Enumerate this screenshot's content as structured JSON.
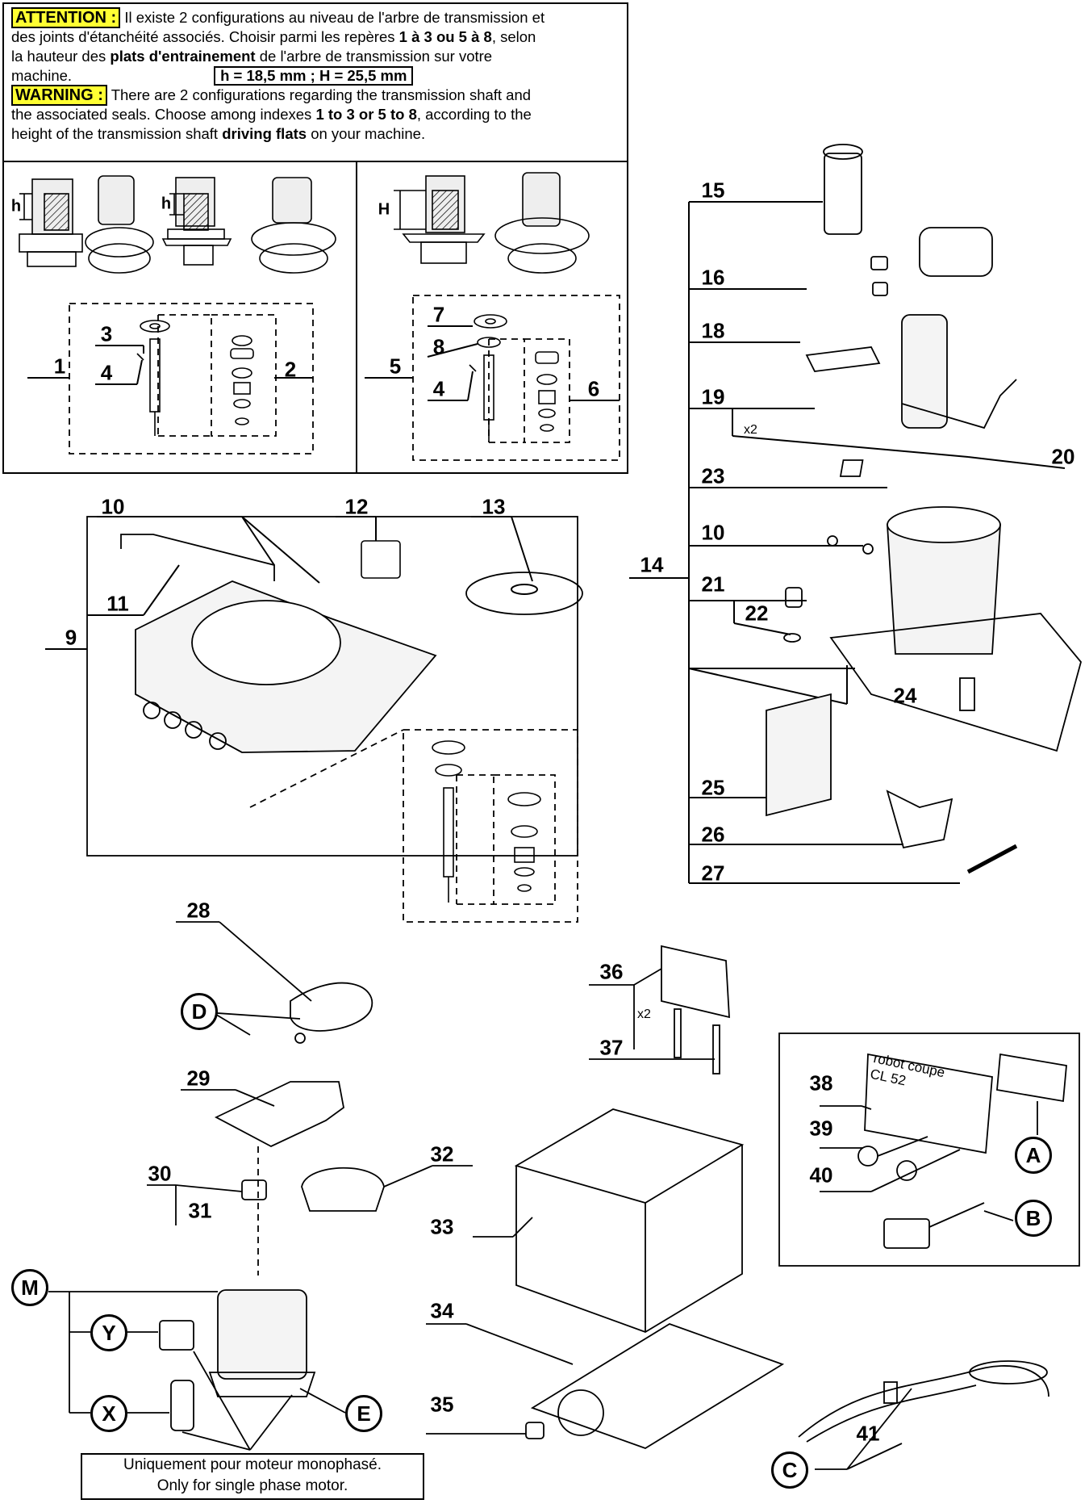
{
  "header": {
    "attention_label": "ATTENTION :",
    "attention_text_1": "Il existe 2 configurations au niveau de l'arbre de transmission et",
    "attention_text_2": "des joints d'étanchéité associés. Choisir parmi les repères",
    "attention_text_2b": "1 à 3  ou  5 à 8",
    "attention_text_2c": ", selon",
    "attention_text_3a": "la hauteur des ",
    "attention_text_3b": "plats d'entrainement",
    "attention_text_3c": " de l'arbre de transmission sur votre",
    "attention_text_4": "machine.",
    "dimensions": "h = 18,5 mm  ;  H = 25,5 mm",
    "warning_label": "WARNING :",
    "warning_text_1": "There are 2 configurations regarding the transmission shaft and",
    "warning_text_2a": "the associated seals. Choose among indexes ",
    "warning_text_2b": "1 to 3  or  5 to 8",
    "warning_text_2c": ", according to the",
    "warning_text_3a": "height of the transmission shaft ",
    "warning_text_3b": "driving flats",
    "warning_text_3c": " on your machine."
  },
  "dim_h": "h",
  "dim_H": "H",
  "multiplier_x2": "x2",
  "logo_text": "robot coupe",
  "logo_model": "CL 52",
  "motor_note": {
    "line_fr": "Uniquement pour moteur monophasé.",
    "line_en": "Only for single phase motor."
  },
  "part_numbers": {
    "p1": "1",
    "p2": "2",
    "p3": "3",
    "p4a": "4",
    "p4b": "4",
    "p5": "5",
    "p6": "6",
    "p7": "7",
    "p8": "8",
    "p9": "9",
    "p10a": "10",
    "p10b": "10",
    "p11": "11",
    "p12": "12",
    "p13": "13",
    "p14": "14",
    "p15": "15",
    "p16": "16",
    "p18": "18",
    "p19": "19",
    "p20": "20",
    "p21": "21",
    "p22": "22",
    "p23": "23",
    "p24": "24",
    "p25": "25",
    "p26": "26",
    "p27": "27",
    "p28": "28",
    "p29": "29",
    "p30": "30",
    "p31": "31",
    "p32": "32",
    "p33": "33",
    "p34": "34",
    "p35": "35",
    "p36": "36",
    "p37": "37",
    "p38": "38",
    "p39": "39",
    "p40": "40",
    "p41": "41"
  },
  "callouts": {
    "A": "A",
    "B": "B",
    "C": "C",
    "D": "D",
    "E": "E",
    "M": "M",
    "X": "X",
    "Y": "Y"
  }
}
